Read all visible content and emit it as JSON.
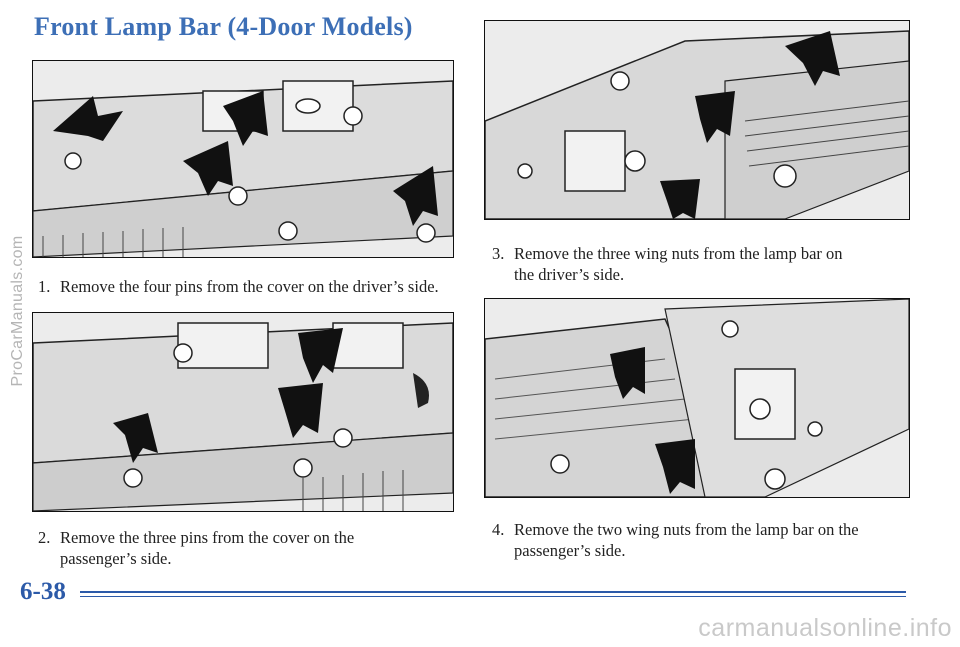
{
  "page": {
    "title": "Front Lamp Bar (4-Door Models)",
    "page_number": "6-38"
  },
  "steps": [
    {
      "number": "1.",
      "text": "Remove the four pins from the cover on the driver’s side.",
      "continuation": ""
    },
    {
      "number": "2.",
      "text": "Remove the three pins from the cover on the",
      "continuation": "passenger’s side."
    },
    {
      "number": "3.",
      "text": "Remove the three wing nuts from the lamp bar on",
      "continuation": "the driver’s side."
    },
    {
      "number": "4.",
      "text": "Remove the two wing nuts from the lamp bar on the",
      "continuation": "passenger’s side."
    }
  ],
  "watermarks": {
    "side": "ProCarManuals.com",
    "bottom": "carmanualsonline.info"
  }
}
